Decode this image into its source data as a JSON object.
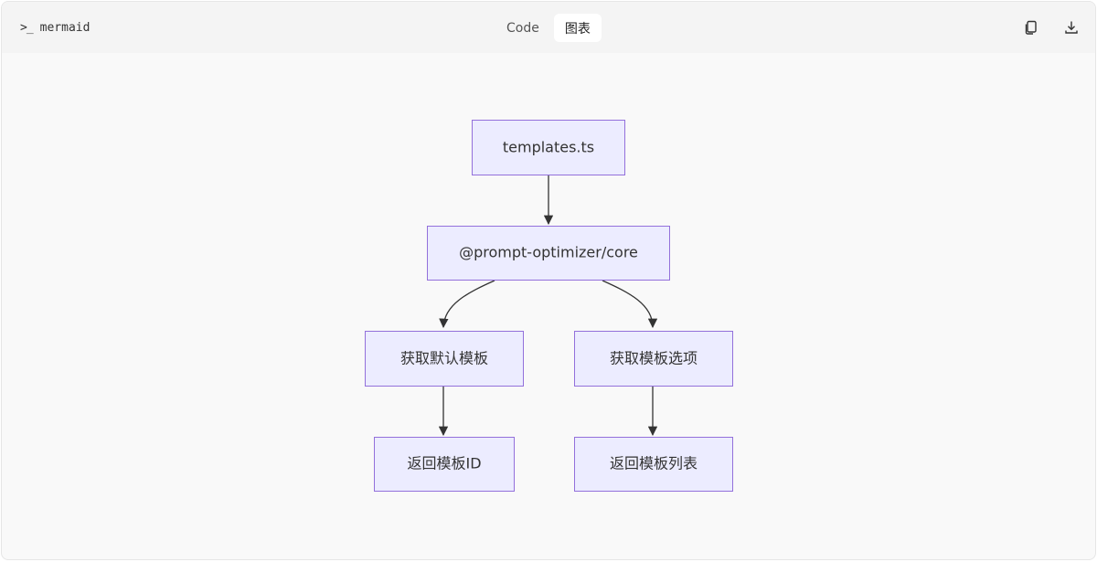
{
  "toolbar": {
    "language_label": "mermaid",
    "language_icon": "terminal-prompt-icon",
    "tabs": [
      {
        "label": "Code",
        "active": false
      },
      {
        "label": "图表",
        "active": true
      }
    ],
    "actions": [
      {
        "name": "copy",
        "icon": "copy-icon"
      },
      {
        "name": "download",
        "icon": "download-icon"
      }
    ]
  },
  "diagram": {
    "type": "flowchart",
    "direction": "TD",
    "colors": {
      "node_fill": "#ececff",
      "node_stroke": "#9370db",
      "edge": "#333333",
      "text": "#333333"
    },
    "nodes": [
      {
        "id": "A",
        "label": "templates.ts"
      },
      {
        "id": "B",
        "label": "@prompt-optimizer/core"
      },
      {
        "id": "C",
        "label": "获取默认模板"
      },
      {
        "id": "D",
        "label": "获取模板选项"
      },
      {
        "id": "E",
        "label": "返回模板ID"
      },
      {
        "id": "F",
        "label": "返回模板列表"
      }
    ],
    "edges": [
      {
        "from": "A",
        "to": "B"
      },
      {
        "from": "B",
        "to": "C"
      },
      {
        "from": "B",
        "to": "D"
      },
      {
        "from": "C",
        "to": "E"
      },
      {
        "from": "D",
        "to": "F"
      }
    ]
  }
}
